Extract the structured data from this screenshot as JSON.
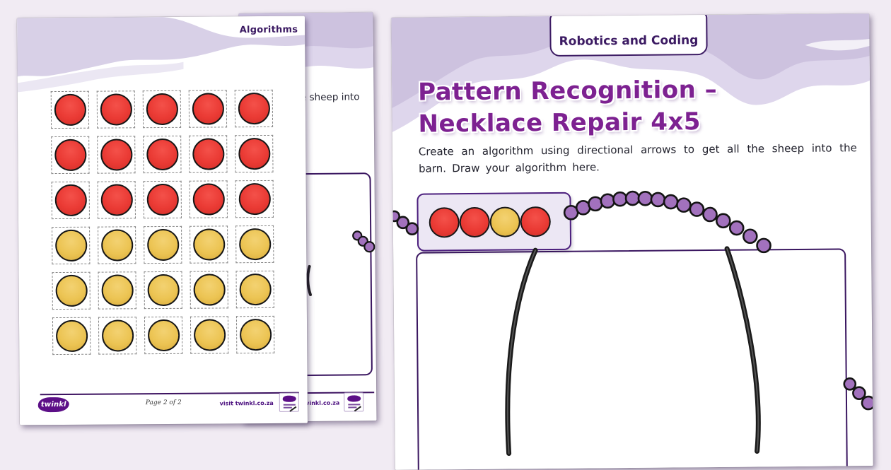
{
  "background_color": "#f1ebf3",
  "colors": {
    "red": "#ea3a34",
    "yellow": "#ecc453",
    "bead_purple": "#a271bd",
    "bead_outline": "#141414",
    "title_purple": "#7d2191",
    "dark_purple": "#3c1b63",
    "box_border_purple": "#3a1660",
    "lavender_band": "#cdc2df",
    "lavender_band_light": "#ded6ec",
    "footer_purple": "#4b0f7f"
  },
  "left_page": {
    "corner_label": "Algorithms",
    "grid": {
      "columns": 5,
      "rows": [
        "red",
        "red",
        "red",
        "yellow",
        "yellow",
        "yellow"
      ]
    },
    "footer": {
      "logo": "twinkl",
      "page_label": "Page 2 of 2",
      "visit": "visit twinkl.co.za"
    }
  },
  "middle_page": {
    "text_fragment": "the sheep into",
    "footer": {
      "visit": "visit twinkl.co.za"
    }
  },
  "right_page": {
    "tab": "Robotics and Coding",
    "title_line1": "Pattern Recognition –",
    "title_line2": "Necklace Repair 4x5",
    "instructions": "Create an algorithm using directional arrows to get all the sheep into the barn. Draw your algorithm here.",
    "zoom_beads": [
      "red",
      "red",
      "yellow",
      "red"
    ],
    "necklace": {
      "arc_bead_count": 16,
      "left_edge_bead_count": 3,
      "right_edge_bead_count": 3
    }
  }
}
